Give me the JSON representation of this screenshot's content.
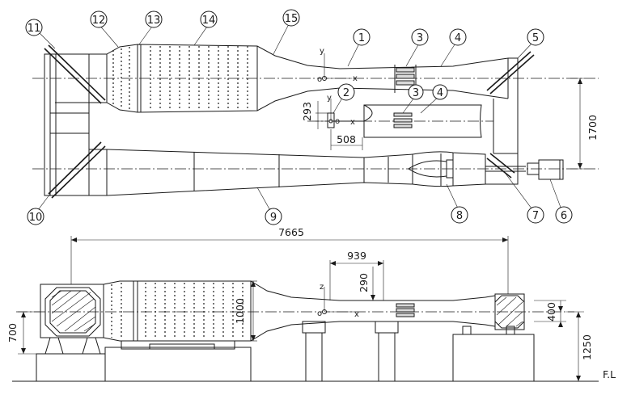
{
  "callouts": [
    "1",
    "2",
    "3",
    "4",
    "5",
    "6",
    "7",
    "8",
    "9",
    "10",
    "11",
    "12",
    "13",
    "14",
    "15"
  ],
  "callout_inset": [
    "3",
    "4"
  ],
  "dims": {
    "total_length": "7665",
    "loop_height": "1700",
    "inset_offset": "293",
    "inset_length": "508",
    "side_offset": "939",
    "side_height": "290",
    "contraction_height": "1000",
    "test_section_height": "400",
    "axis_height": "700",
    "floor_height": "1250",
    "floor_label": "F.L"
  },
  "axes": {
    "x": "x",
    "y": "y",
    "z": "z",
    "o": "o"
  }
}
